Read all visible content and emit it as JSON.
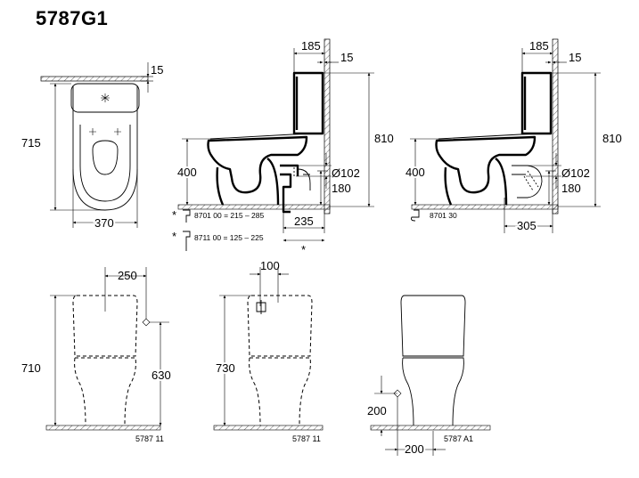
{
  "title": "5787G1",
  "top_view": {
    "dim_top": "15",
    "dim_depth": "715",
    "dim_width": "370"
  },
  "side_view_1": {
    "dim_tank_depth": "185",
    "dim_wall_gap": "15",
    "dim_height": "810",
    "dim_seat_height": "400",
    "dim_pipe_dia": "Ø102",
    "dim_pipe_height": "180",
    "dim_outlet": "235",
    "note_1": "8701 00 = 215 – 285",
    "note_2": "8711 00 = 125 – 225",
    "asterisk": "*"
  },
  "side_view_2": {
    "dim_tank_depth": "185",
    "dim_wall_gap": "15",
    "dim_height": "810",
    "dim_seat_height": "400",
    "dim_pipe_dia": "Ø102",
    "dim_pipe_height": "180",
    "dim_outlet": "305",
    "code": "8701 30"
  },
  "front_views": [
    {
      "dim_horizontal": "250",
      "dim_total": "710",
      "dim_inlet": "630",
      "code": "5787 11"
    },
    {
      "dim_horizontal": "100",
      "dim_total": "730",
      "code": "5787 11"
    },
    {
      "dim_inlet": "200",
      "dim_horizontal": "200",
      "code": "5787 A1"
    }
  ]
}
